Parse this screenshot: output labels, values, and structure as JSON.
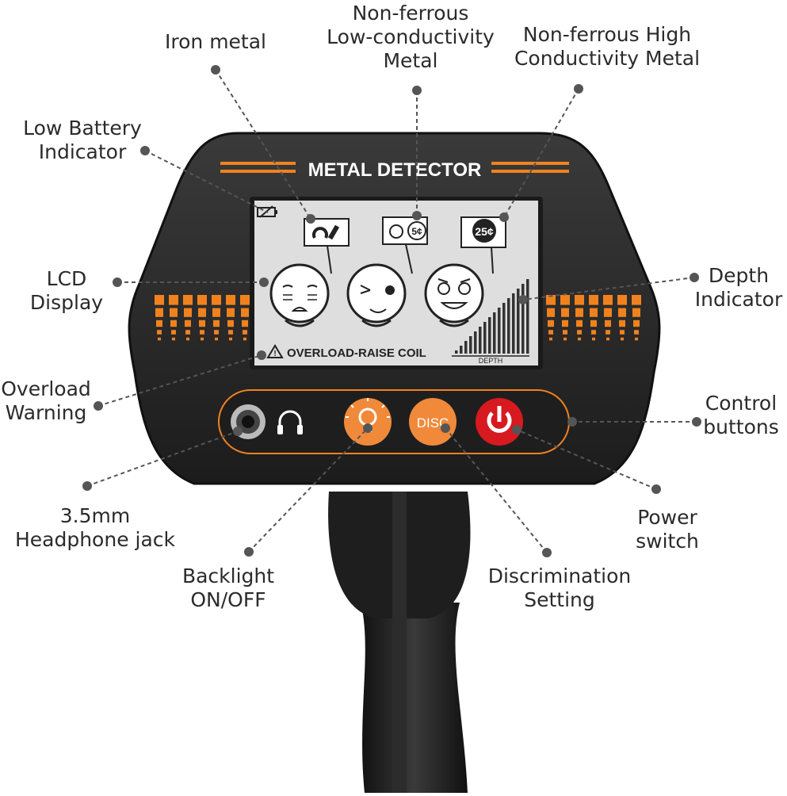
{
  "device": {
    "title": "METAL DETECTOR",
    "overload_text": "OVERLOAD-RAISE COIL",
    "depth_label": "DEPTH",
    "sign_nickel": "5¢",
    "sign_quarter": "25¢",
    "button_disc": "DISC",
    "colors": {
      "body": "#262626",
      "accent": "#f0821e",
      "lcd": "#dedede",
      "power": "#d71920",
      "disc": "#f08a3a"
    }
  },
  "callouts": {
    "iron_metal": [
      "Iron metal"
    ],
    "non_ferrous_low": [
      "Non-ferrous",
      "Low-conductivity",
      "Metal"
    ],
    "non_ferrous_high": [
      "Non-ferrous High",
      "Conductivity Metal"
    ],
    "low_battery": [
      "Low Battery",
      "Indicator"
    ],
    "lcd_display": [
      "LCD",
      "Display"
    ],
    "depth_indicator": [
      "Depth",
      "Indicator"
    ],
    "overload_warning": [
      "Overload",
      "Warning"
    ],
    "control_buttons": [
      "Control",
      "buttons"
    ],
    "headphone_jack": [
      "3.5mm",
      "Headphone jack"
    ],
    "backlight": [
      "Backlight",
      "ON/OFF"
    ],
    "discrimination": [
      "Discrimination",
      "Setting"
    ],
    "power_switch": [
      "Power",
      "switch"
    ]
  }
}
